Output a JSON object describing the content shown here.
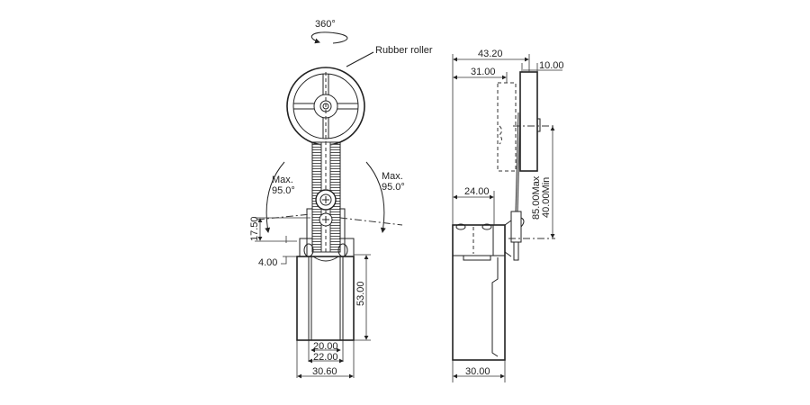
{
  "drawing": {
    "front_view": {
      "rotation_label": "360°",
      "roller_label": "Rubber roller",
      "angle_left": [
        "Max.",
        "95.0°"
      ],
      "angle_right": [
        "Max.",
        "95.0°"
      ],
      "dim_17_50": "17.50",
      "dim_4_00": "4.00",
      "dim_53_00": "53.00",
      "dim_20_00": "20.00",
      "dim_22_00": "22.00",
      "dim_30_60": "30.60"
    },
    "side_view": {
      "dim_43_20": "43.20",
      "dim_10_00": "10.00",
      "dim_31_00": "31.00",
      "dim_24_00": "24.00",
      "dim_85_max": "85.00Max",
      "dim_40_min": "40.00Min",
      "dim_30_00": "30.00"
    }
  }
}
